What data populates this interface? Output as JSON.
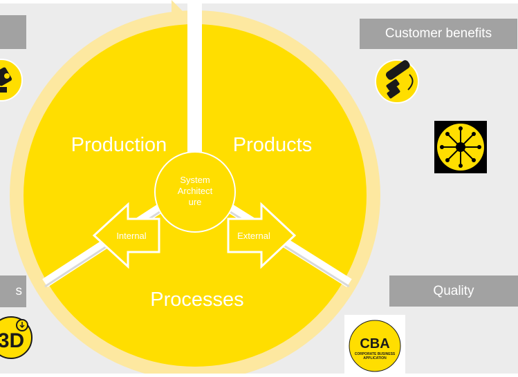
{
  "diagram": {
    "center": "System Architecture",
    "center_lines": [
      "System",
      "Architect",
      "ure"
    ],
    "sectors": {
      "production": "Production",
      "products": "Products",
      "processes": "Processes"
    },
    "arrows": {
      "internal": "Internal",
      "external": "External"
    }
  },
  "corner_labels": {
    "top_left": "",
    "top_right": "Customer benefits",
    "bottom_left": "s",
    "bottom_right": "Quality"
  },
  "badges": {
    "cba_title": "CBA",
    "cba_line1": "CORPORATE BUSINESS",
    "cba_line2": "APPLICATION",
    "bd_text": "3D"
  },
  "colors": {
    "yellow": "#ffde00",
    "ring": "#fde8a0",
    "gray_box": "#a2a2a2",
    "background": "#ececec"
  },
  "icons": [
    "cable-connector-icon",
    "network-hub-icon",
    "cable-tool-icon",
    "download-3d-icon",
    "cba-logo-icon"
  ]
}
